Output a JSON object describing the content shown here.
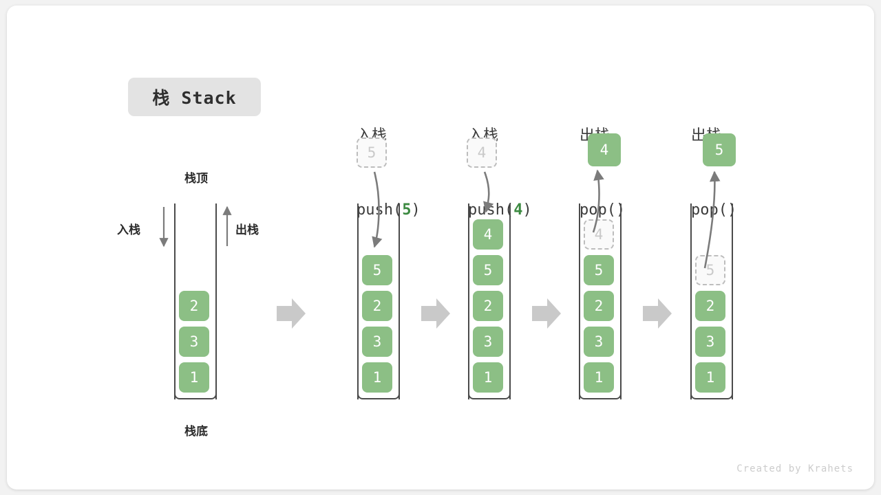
{
  "title": {
    "badge_label": "栈 Stack"
  },
  "colors": {
    "element_green": "#8cbf85",
    "accent_green": "#3c8a41",
    "ghost_border": "#bdbdbd",
    "ghost_text": "#c9c9c9",
    "wall": "#4a4a4a",
    "connector_arrow": "#c9c9c9",
    "badge_bg": "#e3e3e3",
    "card_bg": "#ffffff",
    "page_bg": "#f2f2f2"
  },
  "labels": {
    "top": "栈顶",
    "bottom": "栈底",
    "push_side": "入栈",
    "pop_side": "出栈"
  },
  "footer": {
    "credit": "Created by Krahets"
  },
  "columns": [
    {
      "id": "initial",
      "head_line1": "",
      "head_line2": "",
      "head_arg": "",
      "stack": [
        "2",
        "3",
        "1"
      ],
      "ghost_in_stack": null,
      "floating": null
    },
    {
      "id": "push-5",
      "head_line1": "入栈",
      "head_line2_pre": "push(",
      "head_arg": "5",
      "head_line2_post": ")",
      "stack": [
        "5",
        "2",
        "3",
        "1"
      ],
      "ghost_above": "5",
      "ghost_in_stack": null,
      "floating": null
    },
    {
      "id": "push-4",
      "head_line1": "入栈",
      "head_line2_pre": "push(",
      "head_arg": "4",
      "head_line2_post": ")",
      "stack": [
        "4",
        "5",
        "2",
        "3",
        "1"
      ],
      "ghost_above": "4",
      "ghost_in_stack": null,
      "floating": null
    },
    {
      "id": "pop-4",
      "head_line1": "出栈",
      "head_line2_pre": "pop(",
      "head_arg": "",
      "head_line2_post": ")",
      "stack": [
        "5",
        "2",
        "3",
        "1"
      ],
      "ghost_in_stack": "4",
      "floating": "4"
    },
    {
      "id": "pop-5",
      "head_line1": "出栈",
      "head_line2_pre": "pop(",
      "head_arg": "",
      "head_line2_post": ")",
      "stack": [
        "2",
        "3",
        "1"
      ],
      "ghost_in_stack": "5",
      "floating": "5"
    }
  ],
  "cells": {
    "c0_0": "2",
    "c0_1": "3",
    "c0_2": "1",
    "c1_ghost": "5",
    "c1_0": "5",
    "c1_1": "2",
    "c1_2": "3",
    "c1_3": "1",
    "c2_ghost": "4",
    "c2_0": "4",
    "c2_1": "5",
    "c2_2": "2",
    "c2_3": "3",
    "c2_4": "1",
    "c3_float": "4",
    "c3_ghost": "4",
    "c3_0": "5",
    "c3_1": "2",
    "c3_2": "3",
    "c3_3": "1",
    "c4_float": "5",
    "c4_ghost": "5",
    "c4_0": "2",
    "c4_1": "3",
    "c4_2": "1"
  },
  "heads": {
    "h1_l1": "入栈",
    "h1_pre": "push(",
    "h1_arg": "5",
    "h1_post": ")",
    "h2_l1": "入栈",
    "h2_pre": "push(",
    "h2_arg": "4",
    "h2_post": ")",
    "h3_l1": "出栈",
    "h3_pre": "pop(",
    "h3_arg": "",
    "h3_post": ")",
    "h4_l1": "出栈",
    "h4_pre": "pop(",
    "h4_arg": "",
    "h4_post": ")"
  }
}
